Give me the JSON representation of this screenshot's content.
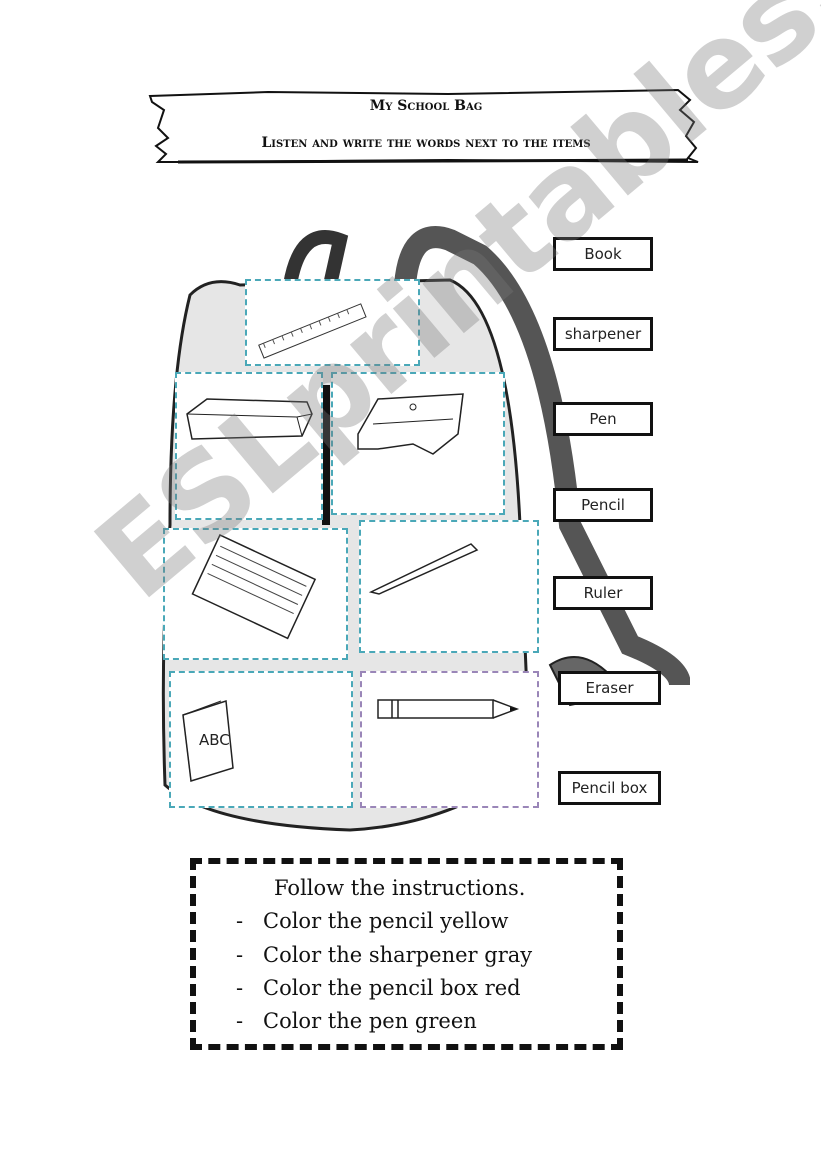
{
  "header": {
    "title": "My School Bag",
    "subtitle": "Listen and write the words next to the items"
  },
  "items": [
    "ruler",
    "eraser",
    "sharpener",
    "pencil-box",
    "pen",
    "book",
    "pencil"
  ],
  "book_cover_text": "ABC",
  "words": [
    "Book",
    "sharpener",
    "Pen",
    "Pencil",
    "Ruler",
    "Eraser",
    "Pencil box"
  ],
  "instructions": {
    "heading": "Follow the instructions.",
    "bullet": "-",
    "items": [
      "Color the pencil yellow",
      "Color the sharpener gray",
      "Color the pencil box red",
      "Color the pen green"
    ]
  },
  "watermark": "ESLprintables.com"
}
